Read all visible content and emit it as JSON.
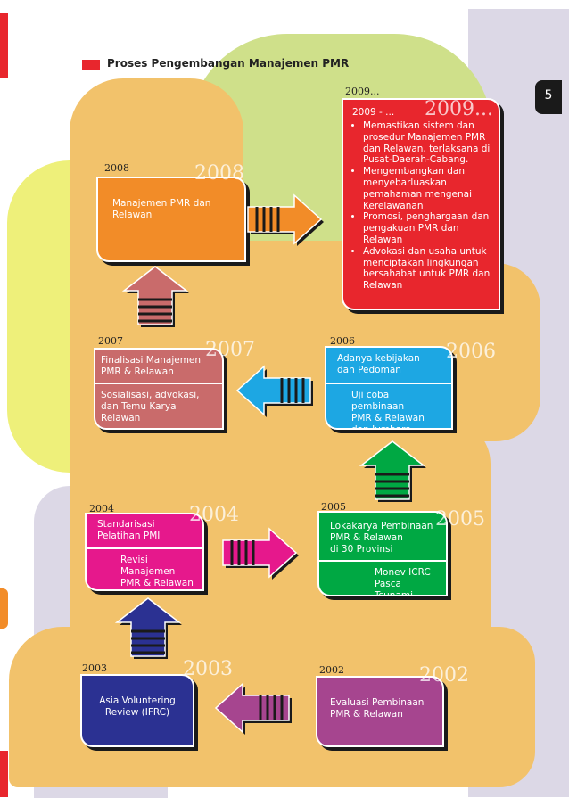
{
  "header": {
    "title": "Proses Pengembangan Manajemen PMR",
    "page_number": "5"
  },
  "colors": {
    "peach": "#f2c26b",
    "green_blob": "#cfe08a",
    "yellow_blob": "#eef07a",
    "lavender": "#dcd8e6",
    "red": "#e8262d",
    "orange": "#f28c28",
    "rose": "#c96b6b",
    "blue": "#1da7e3",
    "green": "#00a843",
    "magenta": "#e6188c",
    "navy": "#2b3192",
    "purple": "#a6458f"
  },
  "stages": {
    "s2009": {
      "year": "2009...",
      "ghost": "2009...",
      "heading": "2009 - ...",
      "items": [
        "Memastikan sistem dan prosedur Manajemen PMR dan Relawan, terlaksana di Pusat-Daerah-Cabang.",
        "Mengembangkan dan menyebarluaskan pemahaman mengenai Kerelawanan",
        "Promosi, penghargaan dan pengakuan PMR dan Relawan",
        "Advokasi dan usaha untuk menciptakan lingkungan bersahabat untuk PMR dan Relawan"
      ]
    },
    "s2008": {
      "year": "2008",
      "ghost": "2008",
      "text": "Manajemen PMR dan\nRelawan"
    },
    "s2007": {
      "year": "2007",
      "ghost": "2007",
      "text1": "Finalisasi Manajemen\nPMR & Relawan",
      "text2": "Sosialisasi, advokasi,\ndan Temu Karya Relawan"
    },
    "s2006": {
      "year": "2006",
      "ghost": "2006",
      "text1": "Adanya kebijakan\ndan Pedoman",
      "text2": "Uji coba pembinaan\nPMR & Relawan\ndan Jumbara Nasional"
    },
    "s2005": {
      "year": "2005",
      "ghost": "2005",
      "text1": "Lokakarya Pembinaan\nPMR & Relawan\ndi 30 Provinsi",
      "text2": "Monev ICRC\nPasca Tsunami"
    },
    "s2004": {
      "year": "2004",
      "ghost": "2004",
      "text1": "Standarisasi\nPelatihan PMI",
      "text2": "Revisi Manajemen\nPMR & Relawan"
    },
    "s2003": {
      "year": "2003",
      "ghost": "2003",
      "text": "Asia Voluntering\nReview (IFRC)"
    },
    "s2002": {
      "year": "2002",
      "ghost": "2002",
      "text": "Evaluasi Pembinaan\nPMR & Relawan"
    }
  }
}
